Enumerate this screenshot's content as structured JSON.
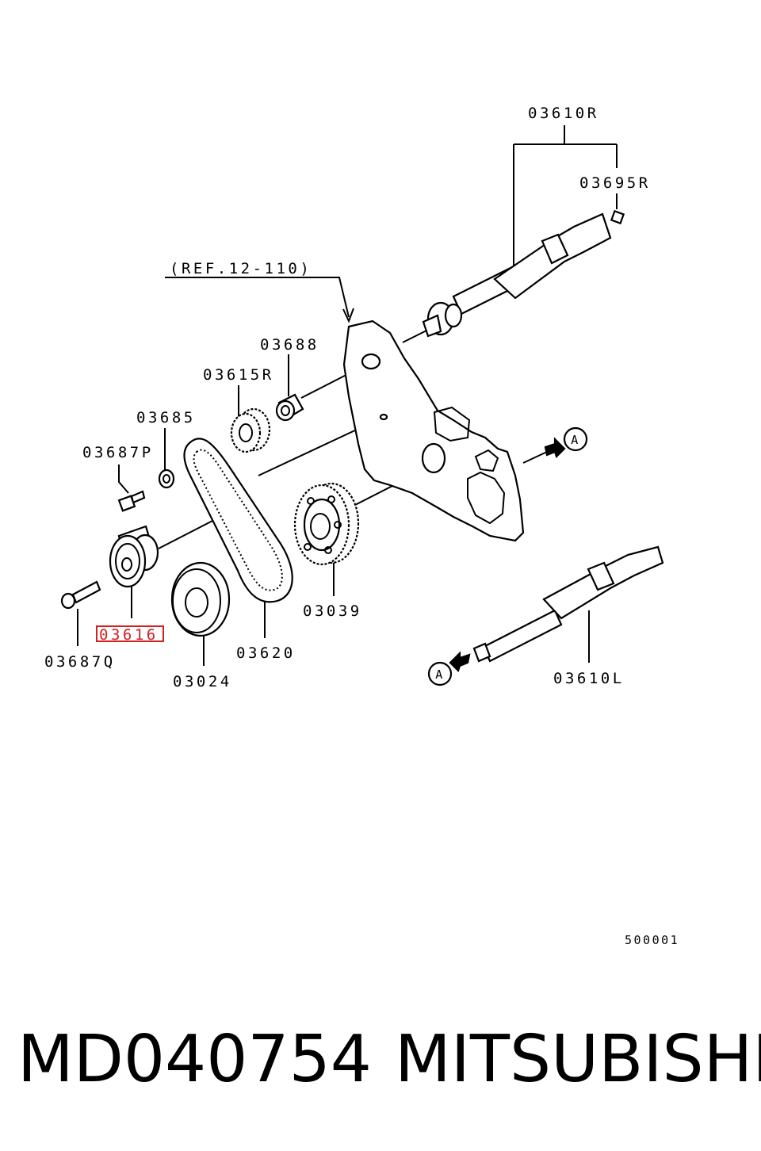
{
  "diagram": {
    "labels": {
      "p03610R": "03610R",
      "p03695R": "03695R",
      "ref": "(REF.12-110)",
      "p03688": "03688",
      "p03615R": "03615R",
      "p03685": "03685",
      "p03687P": "03687P",
      "p03039": "03039",
      "p03616": "03616",
      "p03687Q": "03687Q",
      "p03620": "03620",
      "p03024": "03024",
      "p03610L": "03610L",
      "marker_a": "A",
      "drawing_no": "500001"
    },
    "highlighted_part": "03616",
    "highlight_color": "#d21f1f"
  },
  "footer": {
    "part_number": "MD040754",
    "brand": "MITSUBISHI"
  }
}
